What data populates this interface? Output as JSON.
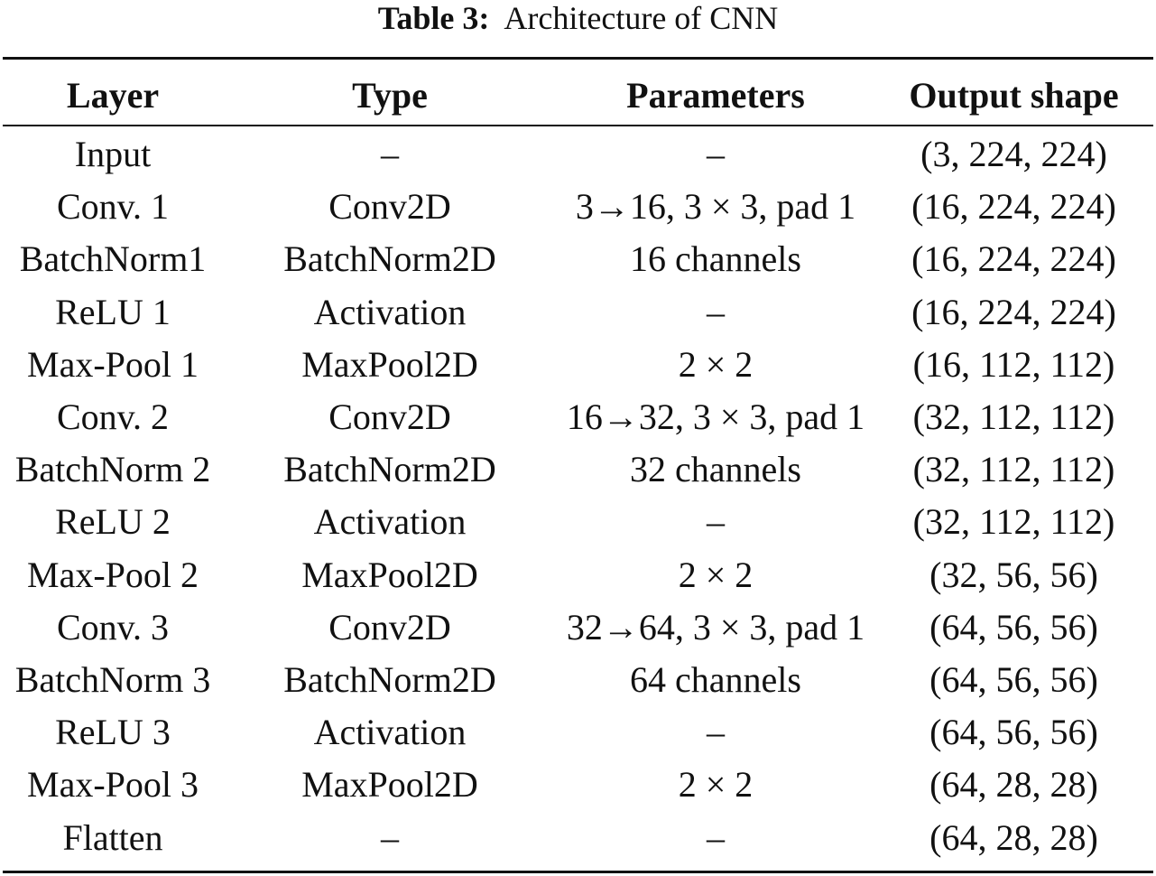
{
  "caption": {
    "label": "Table 3:",
    "text": "Architecture of CNN"
  },
  "table": {
    "headers": [
      "Layer",
      "Type",
      "Parameters",
      "Output shape"
    ],
    "rows": [
      [
        "Input",
        "–",
        "–",
        "(3, 224, 224)"
      ],
      [
        "Conv. 1",
        "Conv2D",
        "3→16, 3 × 3, pad 1",
        "(16, 224, 224)"
      ],
      [
        "BatchNorm1",
        "BatchNorm2D",
        "16 channels",
        "(16, 224, 224)"
      ],
      [
        "ReLU 1",
        "Activation",
        "–",
        "(16, 224, 224)"
      ],
      [
        "Max-Pool 1",
        "MaxPool2D",
        "2 × 2",
        "(16, 112, 112)"
      ],
      [
        "Conv. 2",
        "Conv2D",
        "16→32, 3 × 3, pad 1",
        "(32, 112, 112)"
      ],
      [
        "BatchNorm 2",
        "BatchNorm2D",
        "32 channels",
        "(32, 112, 112)"
      ],
      [
        "ReLU 2",
        "Activation",
        "–",
        "(32, 112, 112)"
      ],
      [
        "Max-Pool 2",
        "MaxPool2D",
        "2 × 2",
        "(32, 56, 56)"
      ],
      [
        "Conv. 3",
        "Conv2D",
        "32→64, 3 × 3, pad 1",
        "(64, 56, 56)"
      ],
      [
        "BatchNorm 3",
        "BatchNorm2D",
        "64 channels",
        "(64, 56, 56)"
      ],
      [
        "ReLU 3",
        "Activation",
        "–",
        "(64, 56, 56)"
      ],
      [
        "Max-Pool 3",
        "MaxPool2D",
        "2 × 2",
        "(64, 28, 28)"
      ],
      [
        "Flatten",
        "–",
        "–",
        "(64, 28, 28)"
      ]
    ]
  }
}
